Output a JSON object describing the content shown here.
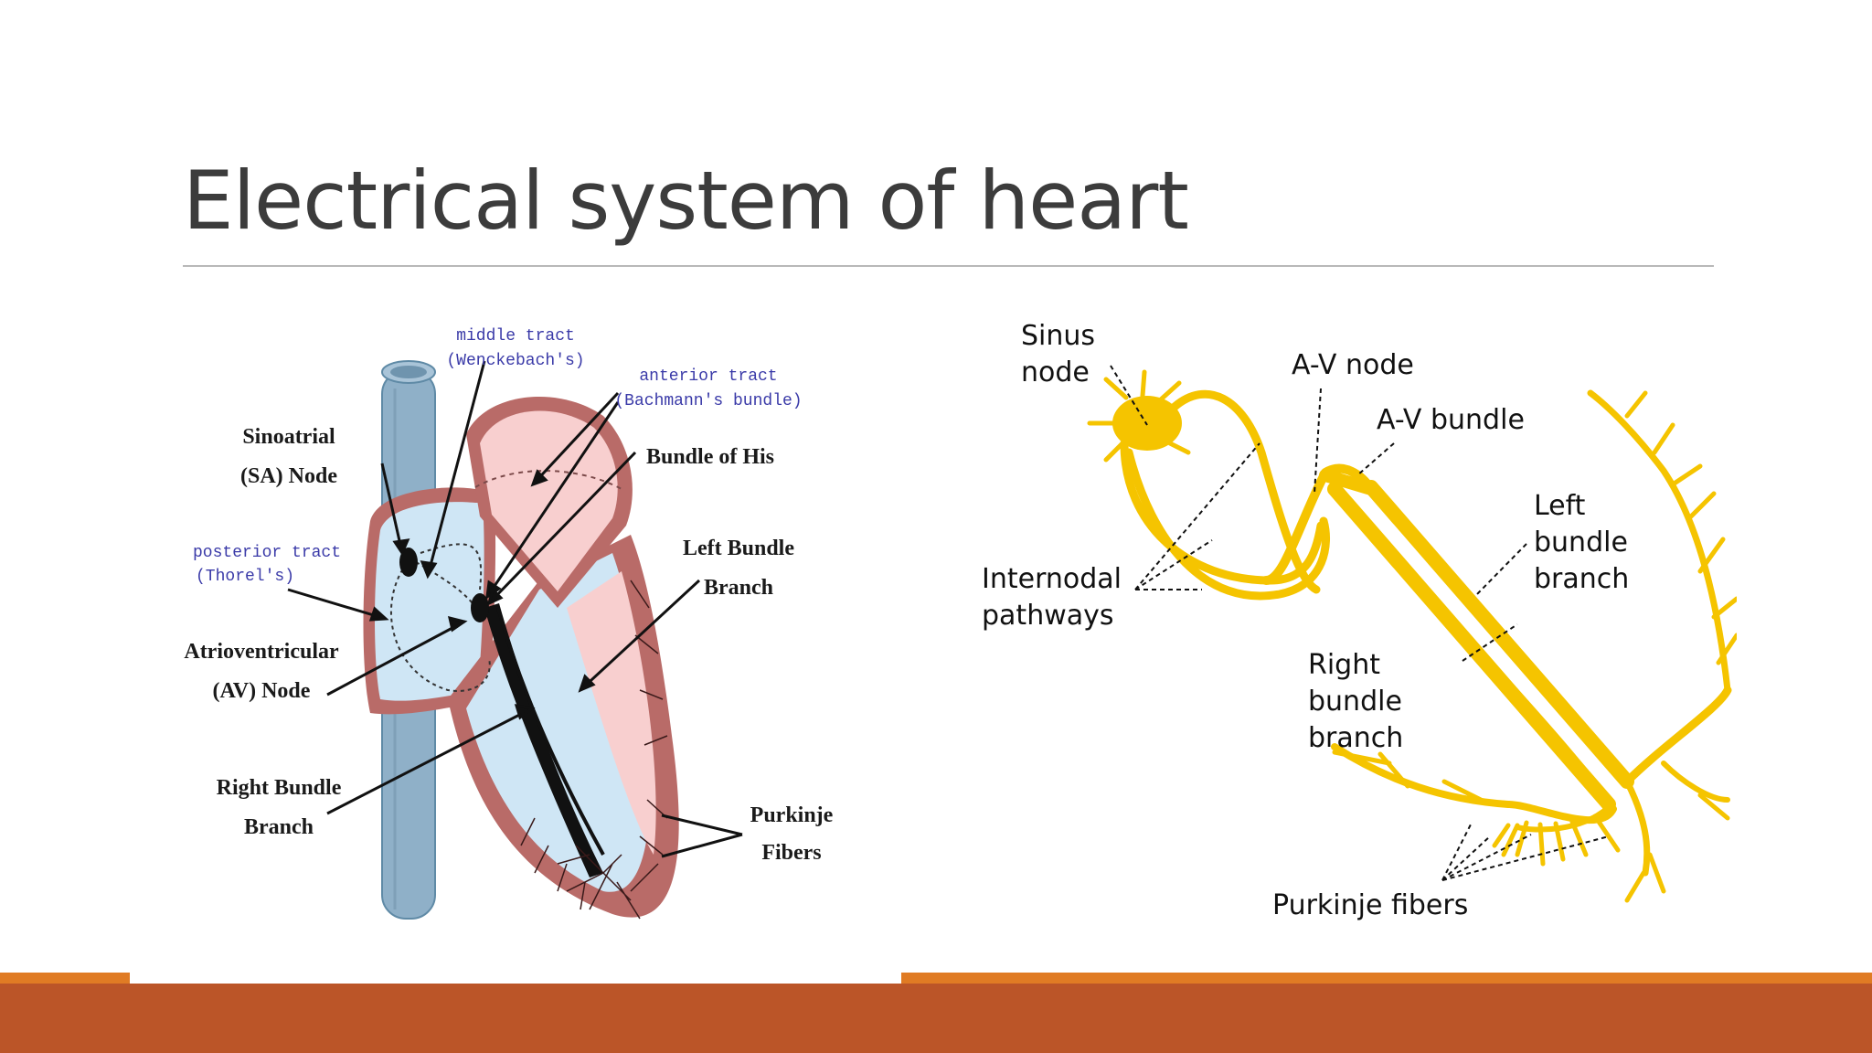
{
  "slide": {
    "title": "Electrical system of heart"
  },
  "left_diagram": {
    "labels": {
      "middle_tract_1": "middle tract",
      "middle_tract_2": "(Wenckebach's)",
      "anterior_tract_1": "anterior tract",
      "anterior_tract_2": "(Bachmann's bundle)",
      "sa_node_1": "Sinoatrial",
      "sa_node_2": "(SA) Node",
      "bundle_his": "Bundle of His",
      "posterior_tract_1": "posterior tract",
      "posterior_tract_2": "(Thorel's)",
      "left_bundle_1": "Left Bundle",
      "left_bundle_2": "Branch",
      "av_node_1": "Atrioventricular",
      "av_node_2": "(AV) Node",
      "right_bundle_1": "Right Bundle",
      "right_bundle_2": "Branch",
      "purkinje_1": "Purkinje",
      "purkinje_2": "Fibers"
    },
    "colors": {
      "atrium_fill": "#cfe6f5",
      "ventricle_fill": "#f8cfcf",
      "wall": "#b96b68",
      "vessel": "#8fb0c8",
      "tract_text": "#3a3aa8"
    }
  },
  "right_diagram": {
    "labels": {
      "sinus_1": "Sinus",
      "sinus_2": "node",
      "av_node": "A-V node",
      "av_bundle": "A-V bundle",
      "left_bundle_1": "Left",
      "left_bundle_2": "bundle",
      "left_bundle_3": "branch",
      "internodal_1": "Internodal",
      "internodal_2": "pathways",
      "right_bundle_1": "Right",
      "right_bundle_2": "bundle",
      "right_bundle_3": "branch",
      "purkinje": "Purkinje fibers"
    },
    "colors": {
      "conduction": "#f5c400"
    }
  },
  "footer": {
    "band_color": "#bb5528",
    "accent_color": "#e07b24"
  }
}
